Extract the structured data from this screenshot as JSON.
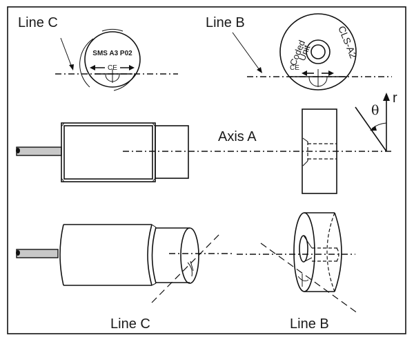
{
  "diagram": {
    "title": "Sensor and coded unit alignment (Axis A, Line B, Line C)",
    "labels": {
      "line_c_top": "Line C",
      "line_b_top": "Line B",
      "axis_a": "Axis A",
      "line_c_bottom": "Line C",
      "line_b_bottom": "Line B",
      "r_axis": "r",
      "theta": "θ"
    },
    "sensor_face": {
      "marking": "SMS A3 P02",
      "ce_mark": "CE"
    },
    "coded_unit_face": {
      "text_left_line1": "Coded",
      "text_left_line2": "Unit",
      "text_right": "CLS-A2",
      "ce_mark": "CE"
    },
    "colors": {
      "line": "#111111",
      "cable_fill": "#c8c8c8",
      "background": "#ffffff"
    }
  }
}
